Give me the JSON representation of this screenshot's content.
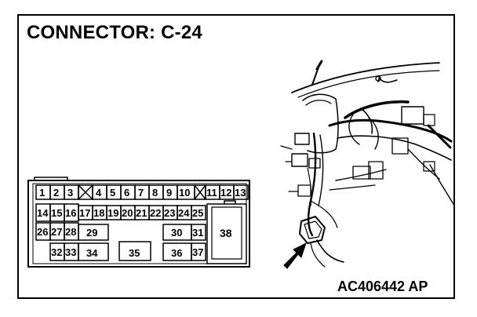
{
  "title": "CONNECTOR: C-24",
  "reference_code": "AC406442 AP",
  "connector": {
    "row1": [
      "1",
      "2",
      "3",
      "4",
      "5",
      "6",
      "7",
      "8",
      "9",
      "10",
      "11",
      "12",
      "13"
    ],
    "row2": [
      "14",
      "15",
      "16",
      "17",
      "18",
      "19",
      "20",
      "21",
      "22",
      "23",
      "24",
      "25"
    ],
    "row3": [
      "26",
      "27",
      "28",
      "29",
      "30",
      "31"
    ],
    "row4": [
      "32",
      "33",
      "34",
      "35",
      "36",
      "37"
    ],
    "large": "38"
  }
}
